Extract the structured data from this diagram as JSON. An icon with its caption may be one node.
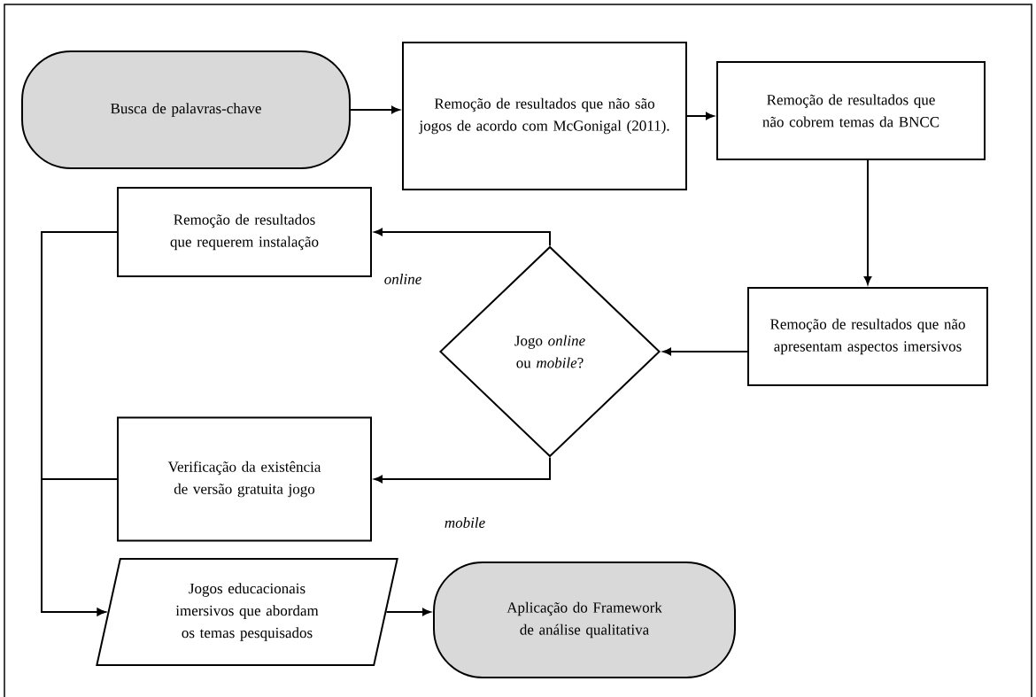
{
  "diagram": {
    "nodes": [
      {
        "text": [
          "Busca de palavras-chave"
        ]
      },
      {
        "text": [
          "Remoção de resultados que não são jogos de acordo com McGonigal (2011)."
        ]
      },
      {
        "text": [
          "Remoção de resultados que não cobrem temas da BNCC"
        ]
      },
      {
        "text": [
          "Remoção de resultados que não apresentam aspectos imersivos"
        ]
      },
      {
        "text": [
          "Jogo *online* ou *mobile*?"
        ]
      },
      {
        "text": [
          "Remoção de resultados que requerem instalação"
        ]
      },
      {
        "text": [
          "Verificação da existência de versão gratuita jogo"
        ]
      },
      {
        "text": [
          "Jogos educacionais imersivos que abordam os temas pesquisados"
        ]
      },
      {
        "text": [
          "Aplicação do Framework de análise qualitativa"
        ]
      }
    ],
    "edges": [
      {
        "from": 0,
        "to": 1,
        "arrow": "to"
      },
      {
        "from": 1,
        "to": 2,
        "arrow": "to"
      },
      {
        "from": 2,
        "to": 3,
        "arrow": "to"
      },
      {
        "from": 3,
        "to": 4,
        "arrow": "to"
      },
      {
        "from": 4,
        "to": 5,
        "arrow": "to",
        "label": "online"
      },
      {
        "from": 4,
        "to": 6,
        "arrow": "to",
        "label": "mobile"
      },
      {
        "from": 5,
        "to": 7,
        "arrow": "to"
      },
      {
        "from": 6,
        "to": 7,
        "arrow": "to"
      },
      {
        "from": 7,
        "to": 8,
        "arrow": "to"
      }
    ]
  }
}
